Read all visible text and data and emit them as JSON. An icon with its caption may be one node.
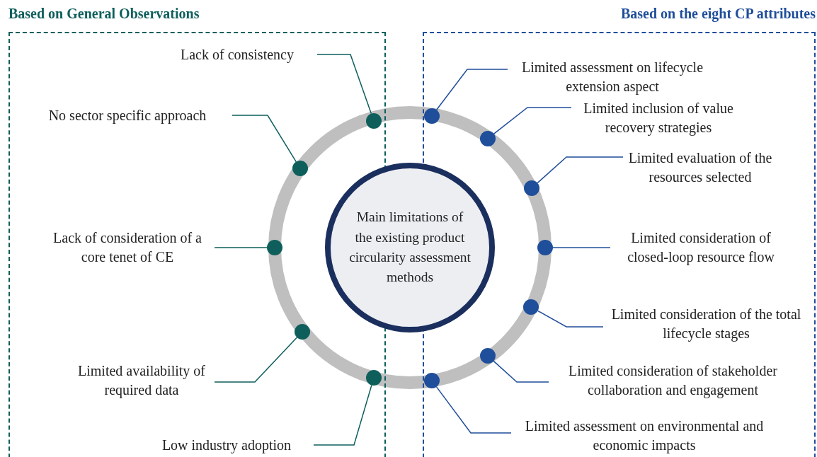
{
  "diagram": {
    "nodes": [
      {
        "text": [
          "Based on General Observations"
        ]
      },
      {
        "text": [
          "Based on the eight CP attributes"
        ]
      },
      {
        "text": [
          "Main limitations of the existing product circularity assessment methods"
        ]
      },
      {
        "text": [
          "Lack of consistency"
        ],
        "in": 0
      },
      {
        "text": [
          "No sector specific approach"
        ],
        "in": 0
      },
      {
        "text": [
          "Lack of consideration of a core tenet of CE"
        ],
        "in": 0
      },
      {
        "text": [
          "Limited availability of required data"
        ],
        "in": 0
      },
      {
        "text": [
          "Low industry adoption"
        ],
        "in": 0
      },
      {
        "text": [],
        "shape": "circle",
        "in": 0
      },
      {
        "text": [],
        "shape": "circle",
        "in": 0
      },
      {
        "text": [],
        "shape": "circle",
        "in": 0
      },
      {
        "text": [],
        "shape": "circle",
        "in": 0
      },
      {
        "text": [],
        "shape": "circle",
        "in": 0
      },
      {
        "text": [
          "Limited assessment on lifecycle extension aspect"
        ],
        "in": 1
      },
      {
        "text": [
          "Limited inclusion of value recovery strategies"
        ],
        "in": 1
      },
      {
        "text": [
          "Limited evaluation of the resources selected"
        ],
        "in": 1
      },
      {
        "text": [
          "Limited consideration of closed-loop resource flow"
        ],
        "in": 1
      },
      {
        "text": [
          "Limited consideration of the total lifecycle stages"
        ],
        "in": 1
      },
      {
        "text": [
          "Limited consideration of stakeholder collaboration and engagement"
        ],
        "in": 1
      },
      {
        "text": [
          "Limited assessment on environmental and economic impacts"
        ],
        "in": 1
      },
      {
        "text": [],
        "shape": "circle",
        "in": 1
      },
      {
        "text": [],
        "shape": "circle",
        "in": 1
      },
      {
        "text": [],
        "shape": "circle",
        "in": 1
      },
      {
        "text": [],
        "shape": "circle",
        "in": 1
      },
      {
        "text": [],
        "shape": "circle",
        "in": 1
      },
      {
        "text": [],
        "shape": "circle",
        "in": 1
      },
      {
        "text": [],
        "shape": "circle",
        "in": 1
      }
    ],
    "edges": [
      {
        "from": 3,
        "to": 8,
        "arrow": "none",
        "color": "#0e5f5c"
      },
      {
        "from": 4,
        "to": 9,
        "arrow": "none",
        "color": "#0e5f5c"
      },
      {
        "from": 5,
        "to": 10,
        "arrow": "none",
        "color": "#0e5f5c"
      },
      {
        "from": 6,
        "to": 11,
        "arrow": "none",
        "color": "#0e5f5c"
      },
      {
        "from": 7,
        "to": 12,
        "arrow": "none",
        "color": "#0e5f5c"
      },
      {
        "from": 13,
        "to": 20,
        "arrow": "none"
      },
      {
        "from": 14,
        "to": 21,
        "arrow": "none"
      },
      {
        "from": 15,
        "to": 22,
        "arrow": "none"
      },
      {
        "from": 16,
        "to": 23,
        "arrow": "none"
      },
      {
        "from": 17,
        "to": 24,
        "arrow": "none"
      },
      {
        "from": 18,
        "to": 25,
        "arrow": "none"
      },
      {
        "from": 19,
        "to": 26,
        "arrow": "none"
      }
    ]
  }
}
